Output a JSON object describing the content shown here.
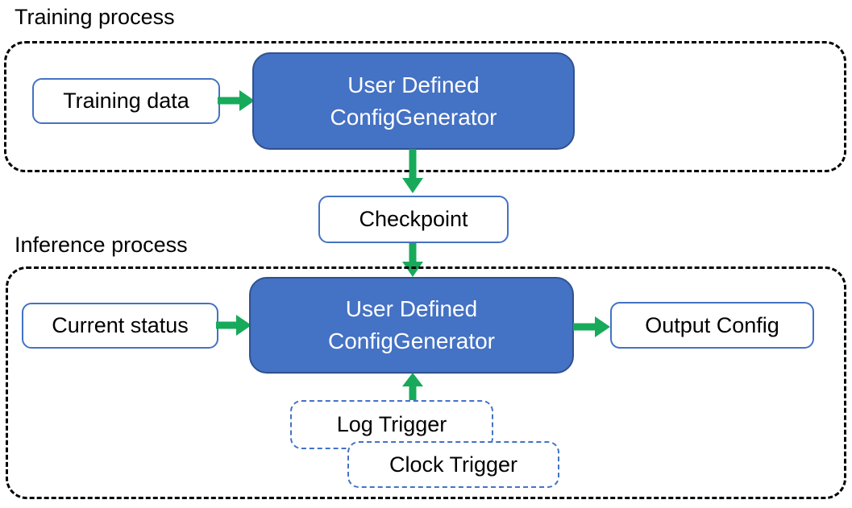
{
  "colors": {
    "background": "#FFFFFF",
    "container_border": "#000000",
    "generator_fill": "#4472C4",
    "generator_border": "#2F528F",
    "io_box_border": "#4472C4",
    "trigger_border": "#4472C4",
    "arrow_green": "#17AA5A",
    "text_dark": "#000000",
    "text_light": "#FFFFFF"
  },
  "training": {
    "section_label": "Training process",
    "input_label": "Training data",
    "generator_label_line1": "User Defined",
    "generator_label_line2": "ConfigGenerator"
  },
  "checkpoint_label": "Checkpoint",
  "inference": {
    "section_label": "Inference process",
    "input_label": "Current status",
    "generator_label_line1": "User Defined",
    "generator_label_line2": "ConfigGenerator",
    "output_label": "Output Config",
    "log_trigger_label": "Log Trigger",
    "clock_trigger_label": "Clock Trigger"
  }
}
